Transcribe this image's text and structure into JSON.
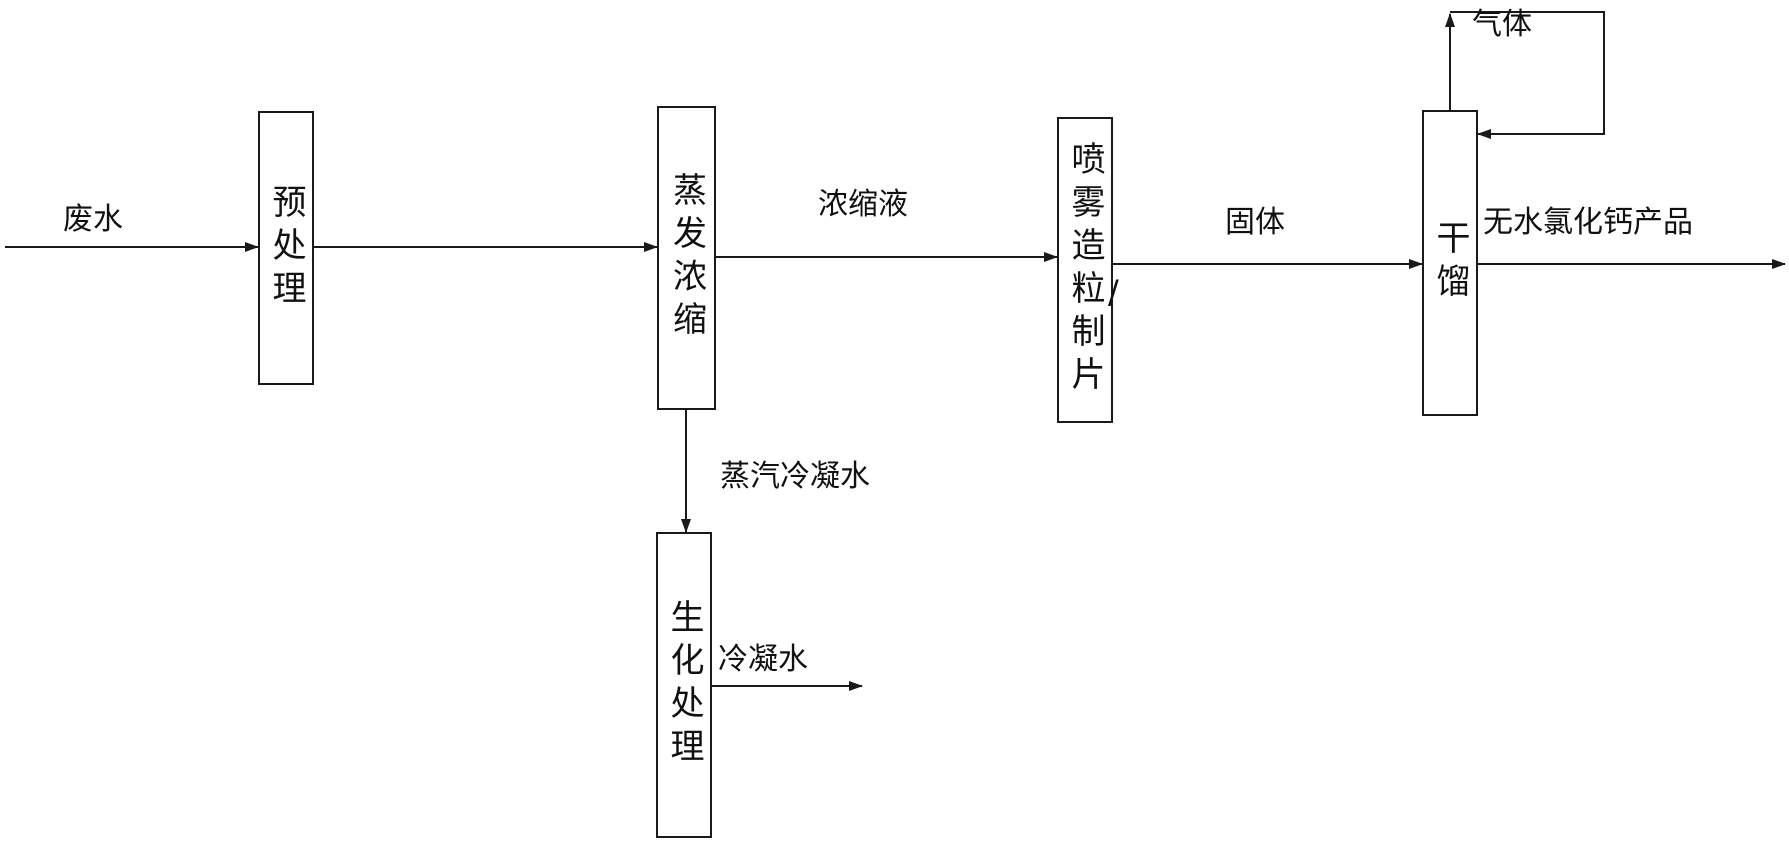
{
  "diagram": {
    "boxes": {
      "pretreat": "预处理",
      "evaporate": "蒸发浓缩",
      "spray": "喷雾造粒",
      "spray_extra": "制片",
      "dry_distill": "干馏",
      "biochem": "生化处理"
    },
    "flows": {
      "wastewater": "废水",
      "concentrate": "浓缩液",
      "solid": "固体",
      "gas": "气体",
      "product": "无水氯化钙产品",
      "steam_condensate": "蒸汽冷凝水",
      "condensate_water": "冷凝水"
    },
    "slash": "/",
    "colors": {
      "line": "#1a1a1a",
      "background": "#ffffff"
    }
  }
}
